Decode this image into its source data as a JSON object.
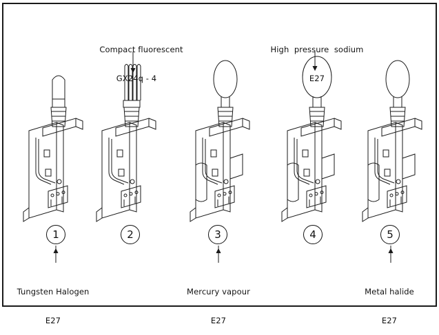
{
  "lamps": [
    {
      "number": "1",
      "label": "Tungsten Halogen",
      "socket": "E27",
      "lamp_shape": "tube"
    },
    {
      "number": "2",
      "label": "Compact fluorescent",
      "socket": "GX24q - 4",
      "lamp_shape": "compact-fluorescent"
    },
    {
      "number": "3",
      "label": "Mercury vapour",
      "socket": "E27",
      "lamp_shape": "ellipsoid"
    },
    {
      "number": "4",
      "label": "High  pressure  sodium",
      "socket": "E27",
      "lamp_shape": "ellipsoid-large"
    },
    {
      "number": "5",
      "label": "Metal halide",
      "socket": "E27",
      "lamp_shape": "ellipsoid"
    }
  ],
  "colors": {
    "line": "#1a1a1a",
    "background": "#ffffff"
  }
}
